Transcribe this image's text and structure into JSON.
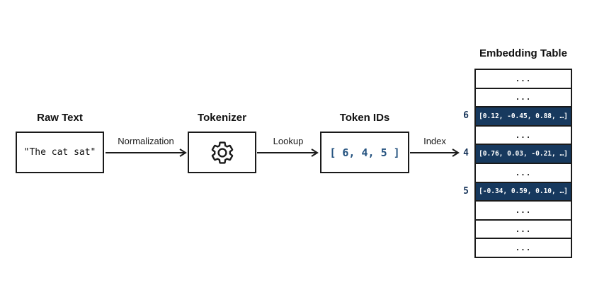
{
  "diagram": {
    "stages": [
      {
        "label": "Raw Text",
        "content": "\"The cat sat\""
      },
      {
        "label": "Tokenizer",
        "icon": "gear"
      },
      {
        "label": "Token IDs",
        "content": "[ 6, 4, 5 ]"
      }
    ],
    "arrows": [
      {
        "label": "Normalization"
      },
      {
        "label": "Lookup"
      },
      {
        "label": "Index"
      }
    ],
    "embedding_table": {
      "title": "Embedding Table",
      "rows": [
        {
          "text": "..."
        },
        {
          "text": "..."
        },
        {
          "text": "[0.12, -0.45, 0.88, …]",
          "index_label": "6",
          "highlighted": true
        },
        {
          "text": "..."
        },
        {
          "text": "[0.76, 0.03, -0.21, …]",
          "index_label": "4",
          "highlighted": true
        },
        {
          "text": "..."
        },
        {
          "text": "[-0.34, 0.59, 0.10, …]",
          "index_label": "5",
          "highlighted": true
        },
        {
          "text": "..."
        },
        {
          "text": "..."
        },
        {
          "text": "..."
        }
      ]
    },
    "colors": {
      "highlight_navy": "#17395e",
      "token_text_blue": "#24527f",
      "stroke_black": "#1a1a1a"
    }
  }
}
